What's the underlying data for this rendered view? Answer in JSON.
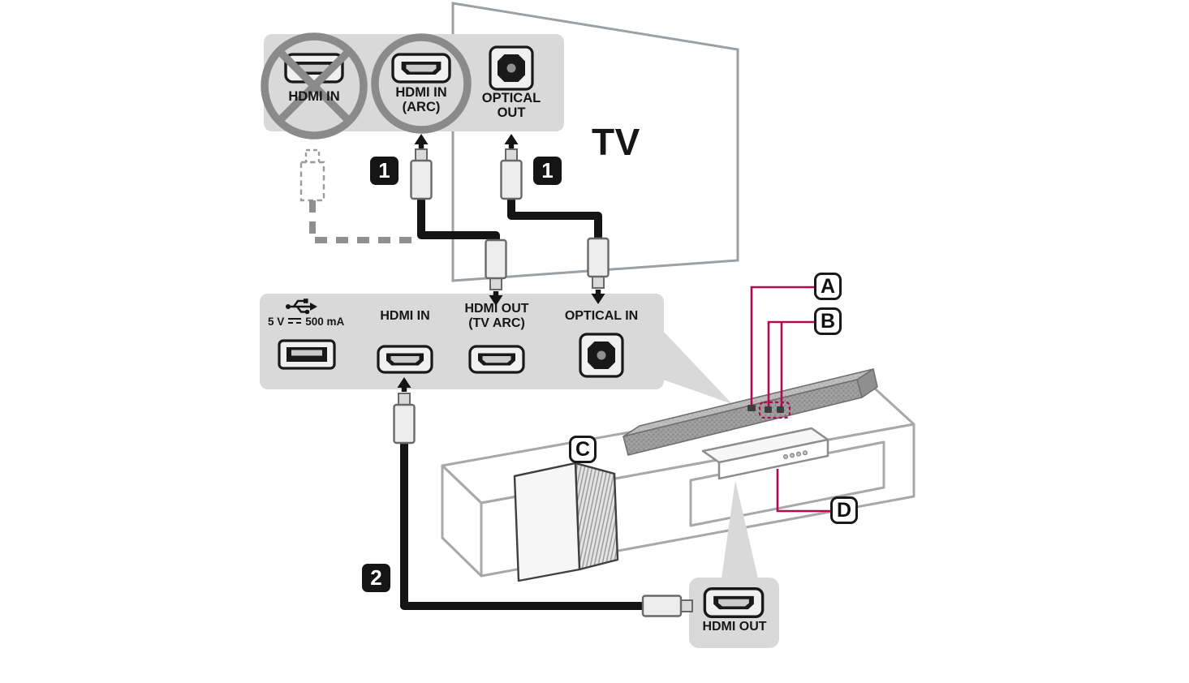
{
  "tv": {
    "label": "TV"
  },
  "tv_panel": {
    "hdmi_in": {
      "label": "HDMI IN"
    },
    "hdmi_in_arc": {
      "label": "HDMI IN",
      "sublabel": "(ARC)"
    },
    "optical_out": {
      "label": "OPTICAL",
      "sublabel": "OUT"
    }
  },
  "bar_panel": {
    "usb": {
      "volts": "5 V",
      "current": "500 mA"
    },
    "hdmi_in": {
      "label": "HDMI IN"
    },
    "hdmi_out_tv_arc": {
      "label": "HDMI OUT",
      "sublabel": "(TV ARC)"
    },
    "optical_in": {
      "label": "OPTICAL IN"
    }
  },
  "device_panel": {
    "hdmi_out": {
      "label": "HDMI OUT"
    }
  },
  "steps": {
    "one": "1",
    "two": "2"
  },
  "callouts": {
    "a": "A",
    "b": "B",
    "c": "C",
    "d": "D"
  },
  "icons": {
    "usb": "usb-trident-icon",
    "dc_power": "dc-symbol-icon",
    "prohibition": "prohibition-circle-icon",
    "highlight": "highlight-circle-icon"
  },
  "colors": {
    "panel_gray": "#d9d9d9",
    "cable_black": "#141414",
    "callout_accent": "#b00b4f",
    "outline_gray": "#a8a8a8",
    "prohibition_gray": "#8a8a8a"
  }
}
